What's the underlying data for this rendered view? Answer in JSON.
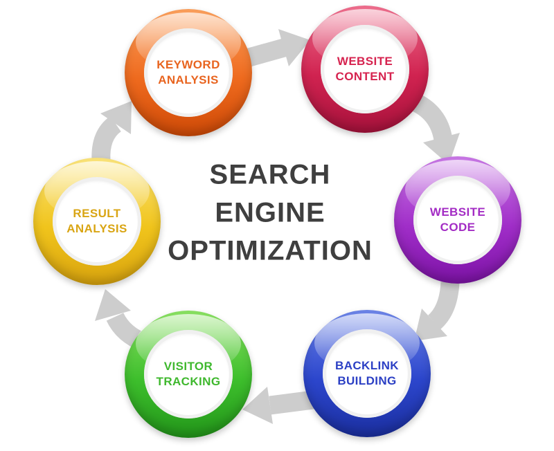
{
  "diagram": {
    "title_lines": [
      "SEARCH",
      "ENGINE",
      "OPTIMIZATION"
    ],
    "title_color": "#3f3f3f",
    "arrow_color": "#cdcdcd",
    "nodes": [
      {
        "id": "keyword-analysis",
        "label_lines": [
          "KEYWORD",
          "ANALYSIS"
        ],
        "color": "#e8641f"
      },
      {
        "id": "website-content",
        "label_lines": [
          "WEBSITE",
          "CONTENT"
        ],
        "color": "#d6234f"
      },
      {
        "id": "website-code",
        "label_lines": [
          "WEBSITE",
          "CODE"
        ],
        "color": "#a32cc4"
      },
      {
        "id": "backlink-building",
        "label_lines": [
          "BACKLINK",
          "BUILDING"
        ],
        "color": "#2b3fc4"
      },
      {
        "id": "visitor-tracking",
        "label_lines": [
          "VISITOR",
          "TRACKING"
        ],
        "color": "#3fb82e"
      },
      {
        "id": "result-analysis",
        "label_lines": [
          "RESULT",
          "ANALYSIS"
        ],
        "color": "#d9a514"
      }
    ],
    "arrows": [
      {
        "name": "arrow-keyword-to-content",
        "from": "keyword-analysis",
        "to": "website-content"
      },
      {
        "name": "arrow-content-to-code",
        "from": "website-content",
        "to": "website-code"
      },
      {
        "name": "arrow-code-to-backlink",
        "from": "website-code",
        "to": "backlink-building"
      },
      {
        "name": "arrow-backlink-to-visitor",
        "from": "backlink-building",
        "to": "visitor-tracking"
      },
      {
        "name": "arrow-visitor-to-result",
        "from": "visitor-tracking",
        "to": "result-analysis"
      },
      {
        "name": "arrow-result-to-keyword",
        "from": "result-analysis",
        "to": "keyword-analysis"
      }
    ]
  }
}
